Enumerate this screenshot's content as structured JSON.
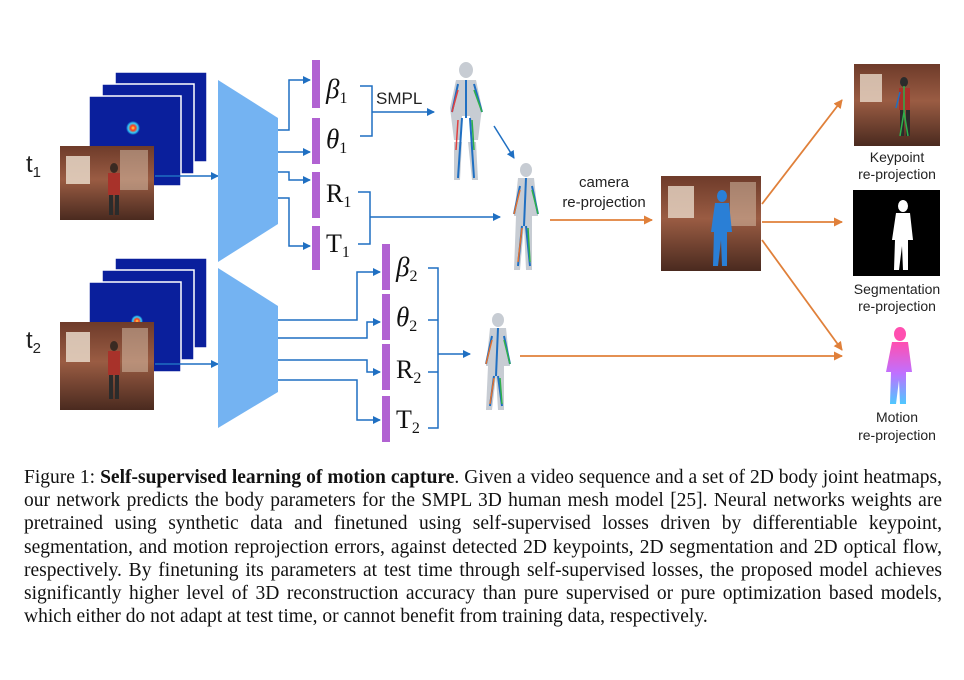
{
  "figure": {
    "frame_labels": [
      {
        "base": "t",
        "sub": "1"
      },
      {
        "base": "t",
        "sub": "2"
      }
    ],
    "param_labels": [
      {
        "base": "β",
        "sub": "1"
      },
      {
        "base": "θ",
        "sub": "1"
      },
      {
        "base": "R",
        "sub": "1"
      },
      {
        "base": "T",
        "sub": "1"
      },
      {
        "base": "β",
        "sub": "2"
      },
      {
        "base": "θ",
        "sub": "2"
      },
      {
        "base": "R",
        "sub": "2"
      },
      {
        "base": "T",
        "sub": "2"
      }
    ],
    "smpl_label": "SMPL",
    "camera_label": [
      "camera",
      "re-projection"
    ],
    "outputs": [
      {
        "line1": "Keypoint",
        "line2": "re-projection"
      },
      {
        "line1": "Segmentation",
        "line2": "re-projection"
      },
      {
        "line1": "Motion",
        "line2": "re-projection"
      }
    ],
    "colors": {
      "network": "#74b3f2",
      "param_bar": "#b162d2",
      "arrow_blue": "#1f6fc2",
      "arrow_orange": "#e0803a",
      "heatmap_bg": "#0a1f9c"
    }
  },
  "caption": {
    "label": "Figure 1:",
    "title": "Self-supervised learning of motion capture",
    "body": ". Given a video sequence and a set of 2D body joint heatmaps, our network predicts the body parameters for the SMPL 3D human mesh model [25]. Neural networks weights are pretrained using synthetic data and finetuned using self-supervised losses driven by differentiable keypoint, segmentation, and motion reprojection errors, against detected 2D keypoints, 2D segmentation and 2D optical flow, respectively. By finetuning its parameters at test time through self-supervised losses, the proposed model achieves significantly higher level of 3D reconstruction accuracy than pure supervised or pure optimization based models, which either do not adapt at test time, or cannot benefit from training data, respectively."
  }
}
